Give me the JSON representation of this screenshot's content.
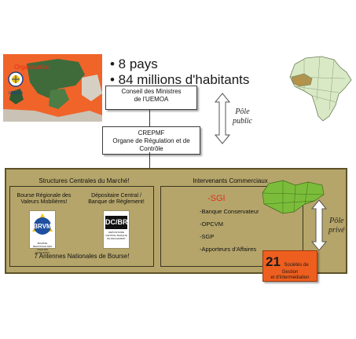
{
  "org_label": "Organisation",
  "uemoa_logo_text": "UEMOA",
  "bullets": [
    "• 8 pays",
    "• 84 millions d'habitants"
  ],
  "conseil": {
    "line1": "Conseil des Ministres",
    "line2": "de l'UEMOA"
  },
  "crepmf": {
    "line1": "CREPMF",
    "line2": "Organe de Régulation et de Contrôle"
  },
  "pole_public": {
    "line1": "Pôle",
    "line2": "public"
  },
  "pole_prive": {
    "line1": "Pôle",
    "line2": "privé"
  },
  "structures": {
    "title": "Structures Centrales du Marché!",
    "brvm_caption": {
      "line1": "Bourse Régionale des",
      "line2": "Valeurs Mobilières!"
    },
    "dcbr_caption": {
      "line1": "Dépositaire Central /",
      "line2": "Banque de Règlement!"
    },
    "brvm_logo": "BRVM",
    "brvm_logo_sub": "BOURSE REGIONALE DES VALEURS MOBILIERES",
    "dcbr_logo": "DC/BR",
    "dcbr_logo_sub": "DEPOSITAIRE CENTRAL BANQUE DE REGLEMENT",
    "antennes": "7 Antennes Nationales de Bourse!"
  },
  "intervenants": {
    "title": "Intervenants Commerciaux",
    "sgi": "-SGI",
    "items": [
      "-Banque Conservateur",
      "-OPCVM",
      "-SGP",
      "-Apporteurs d'Affaires"
    ]
  },
  "societes": {
    "number": "21",
    "line1": "Sociétés de",
    "line2": "Gestion",
    "line3": "et d'Intermédiation"
  },
  "colors": {
    "orange": "#ee5f1f",
    "gold": "#b5a56a",
    "red_text": "#e0301e",
    "map_green": "#3e6a3a"
  }
}
